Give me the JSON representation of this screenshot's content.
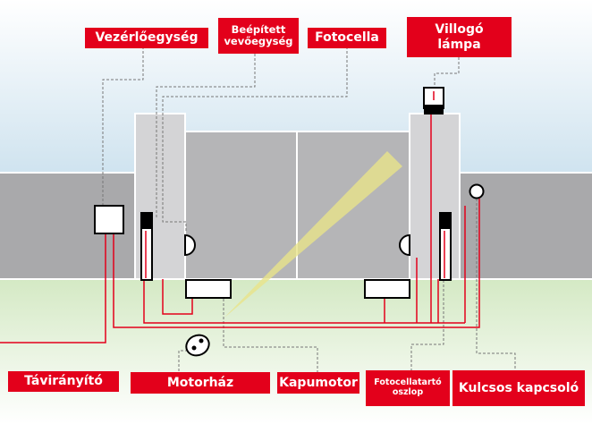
{
  "labels": {
    "vezerlo": "Vezérlőegység",
    "vevoegyseg": "Beépített\nvevőegység",
    "fotocella": "Fotocella",
    "villogo": "Villogó\nlámpa",
    "taviranyito": "Távirányító",
    "motorhaz": "Motorház",
    "kapumotor": "Kapumotor",
    "fotocellatarto": "Fotocellatartó\noszlop",
    "kulcsos": "Kulcsos kapcsoló"
  },
  "colors": {
    "label_bg": "#e3001b",
    "label_text": "#ffffff",
    "wiring": "#e3001b",
    "leader": "#777777",
    "wall": "#a9a9ab",
    "gate": "#b5b5b7",
    "pillar": "#d4d4d6",
    "grass": "#cfe6bf",
    "sky": "#cfe3ef",
    "beam": "#e8e48a"
  }
}
